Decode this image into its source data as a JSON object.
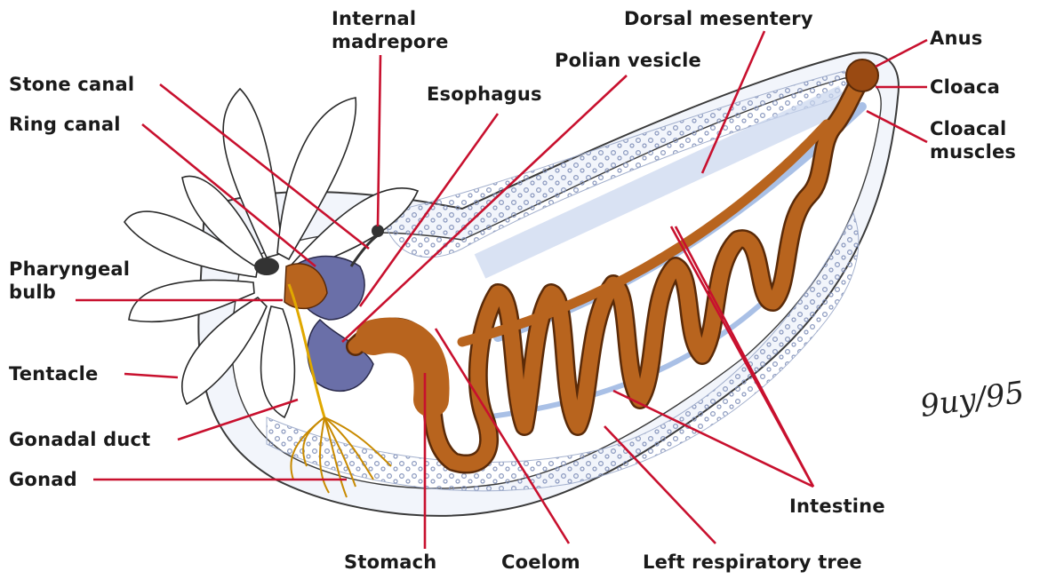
{
  "diagram": {
    "labels": {
      "internal_madrepore": "Internal\nmadrepore",
      "dorsal_mesentery": "Dorsal mesentery",
      "anus": "Anus",
      "polian_vesicle": "Polian vesicle",
      "stone_canal": "Stone canal",
      "esophagus": "Esophagus",
      "cloaca": "Cloaca",
      "ring_canal": "Ring canal",
      "cloacal_muscles": "Cloacal\nmuscles",
      "pharyngeal_bulb": "Pharyngeal\nbulb",
      "tentacle": "Tentacle",
      "gonadal_duct": "Gonadal duct",
      "gonad": "Gonad",
      "intestine": "Intestine",
      "stomach": "Stomach",
      "coelom": "Coelom",
      "left_respiratory_tree": "Left respiratory tree"
    },
    "signature": "9uy/95",
    "colors": {
      "leader_line": "#c8102e",
      "gut": "#b8641e",
      "gut_outline": "#5a2a08",
      "respiratory_tree": "#9aa8c8",
      "body_outline": "#3a3a3a",
      "gonad": "#e0a800",
      "water_vascular": "#6a6fa8"
    }
  }
}
